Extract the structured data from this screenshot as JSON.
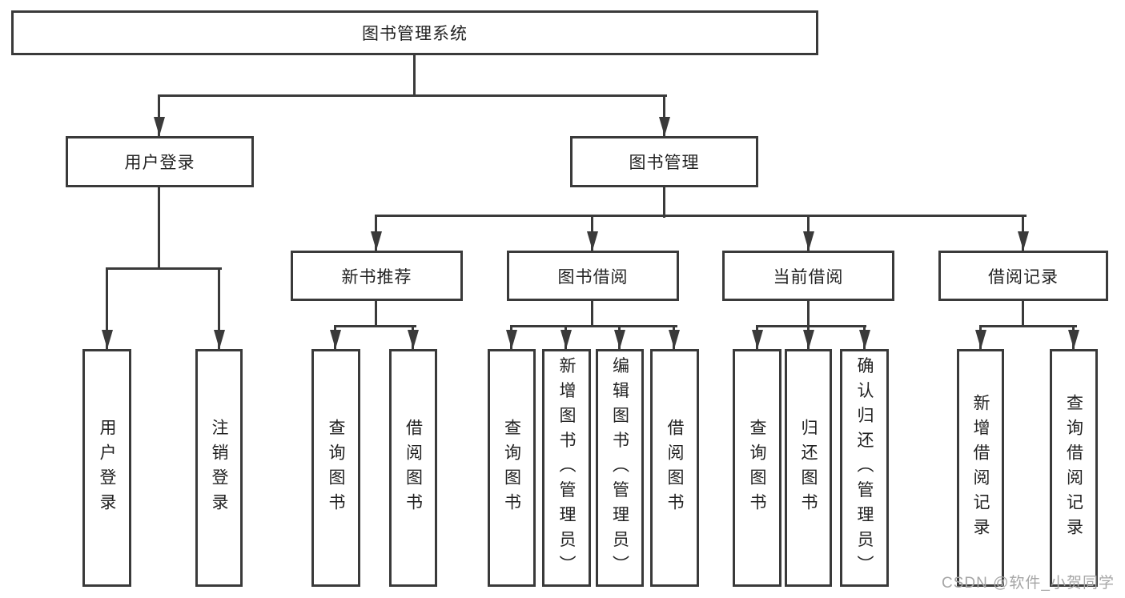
{
  "tree": {
    "root": {
      "label": "图书管理系统"
    },
    "branches": [
      {
        "label": "用户登录",
        "children": [
          {
            "label": "用户登录"
          },
          {
            "label": "注销登录"
          }
        ]
      },
      {
        "label": "图书管理",
        "children": [
          {
            "label": "新书推荐",
            "children": [
              {
                "label": "查询图书"
              },
              {
                "label": "借阅图书"
              }
            ]
          },
          {
            "label": "图书借阅",
            "children": [
              {
                "label": "查询图书"
              },
              {
                "label": "新增图书（管理员）"
              },
              {
                "label": "编辑图书（管理员）"
              },
              {
                "label": "借阅图书"
              }
            ]
          },
          {
            "label": "当前借阅",
            "children": [
              {
                "label": "查询图书"
              },
              {
                "label": "归还图书"
              },
              {
                "label": "确认归还（管理员）"
              }
            ]
          },
          {
            "label": "借阅记录",
            "children": [
              {
                "label": "新增借阅记录"
              },
              {
                "label": "查询借阅记录"
              }
            ]
          }
        ]
      }
    ]
  },
  "watermark": {
    "text": "CSDN @软件_小贺同学"
  },
  "colors": {
    "line": "#3a3a3a",
    "text": "#222222",
    "watermark": "#a6a6a6",
    "background": "#ffffff"
  }
}
